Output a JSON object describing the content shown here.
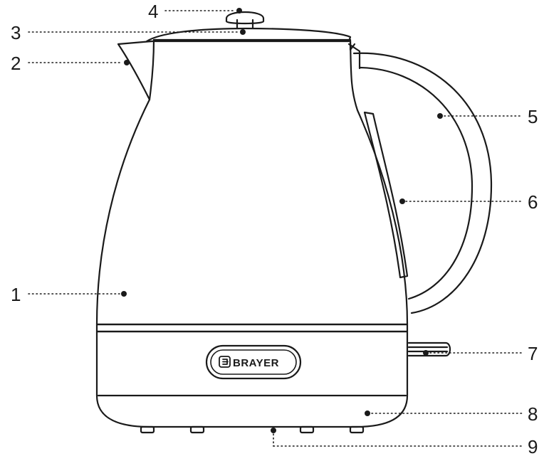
{
  "brand": {
    "name": "BRAYER",
    "logo_mark": "B"
  },
  "callouts": [
    {
      "number": "1"
    },
    {
      "number": "2"
    },
    {
      "number": "3"
    },
    {
      "number": "4"
    },
    {
      "number": "5"
    },
    {
      "number": "6"
    },
    {
      "number": "7"
    },
    {
      "number": "8"
    },
    {
      "number": "9"
    }
  ],
  "colors": {
    "line": "#1a1a1a",
    "background": "#ffffff"
  }
}
